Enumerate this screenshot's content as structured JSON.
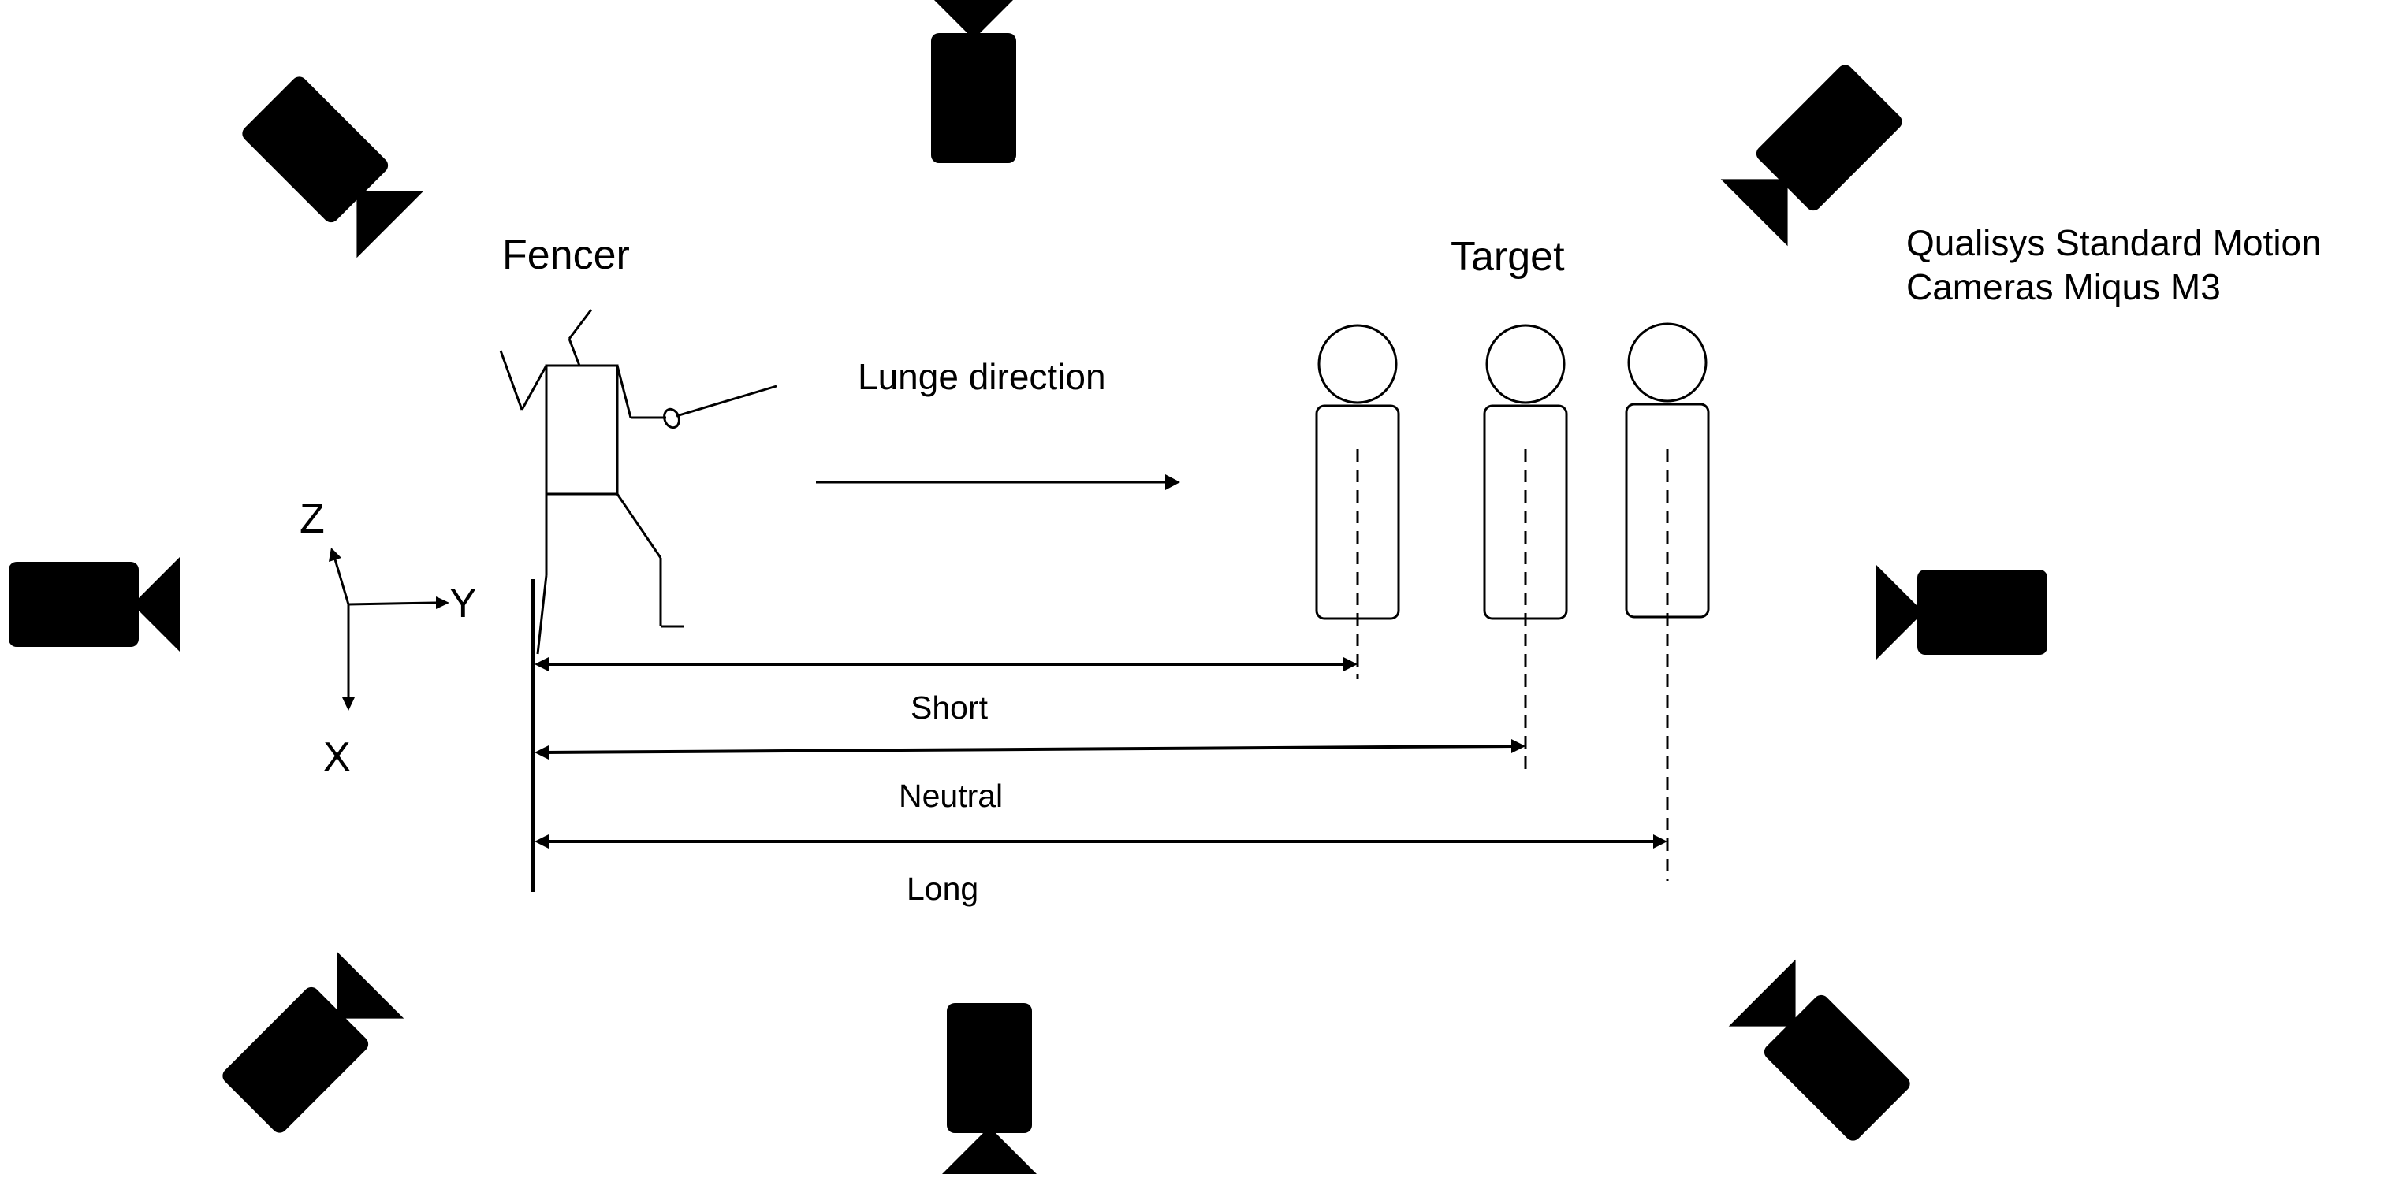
{
  "labels": {
    "fencer": "Fencer",
    "target": "Target",
    "lunge_direction": "Lunge direction",
    "cameras_line1": "Qualisys Standard Motion",
    "cameras_line2": "Cameras Miqus M3"
  },
  "axes": {
    "z": "Z",
    "y": "Y",
    "x": "X"
  },
  "distances": {
    "short": "Short",
    "neutral": "Neutral",
    "long": "Long"
  },
  "colors": {
    "ink": "#000000",
    "background": "#ffffff"
  },
  "icons": [
    "camera-icon"
  ]
}
